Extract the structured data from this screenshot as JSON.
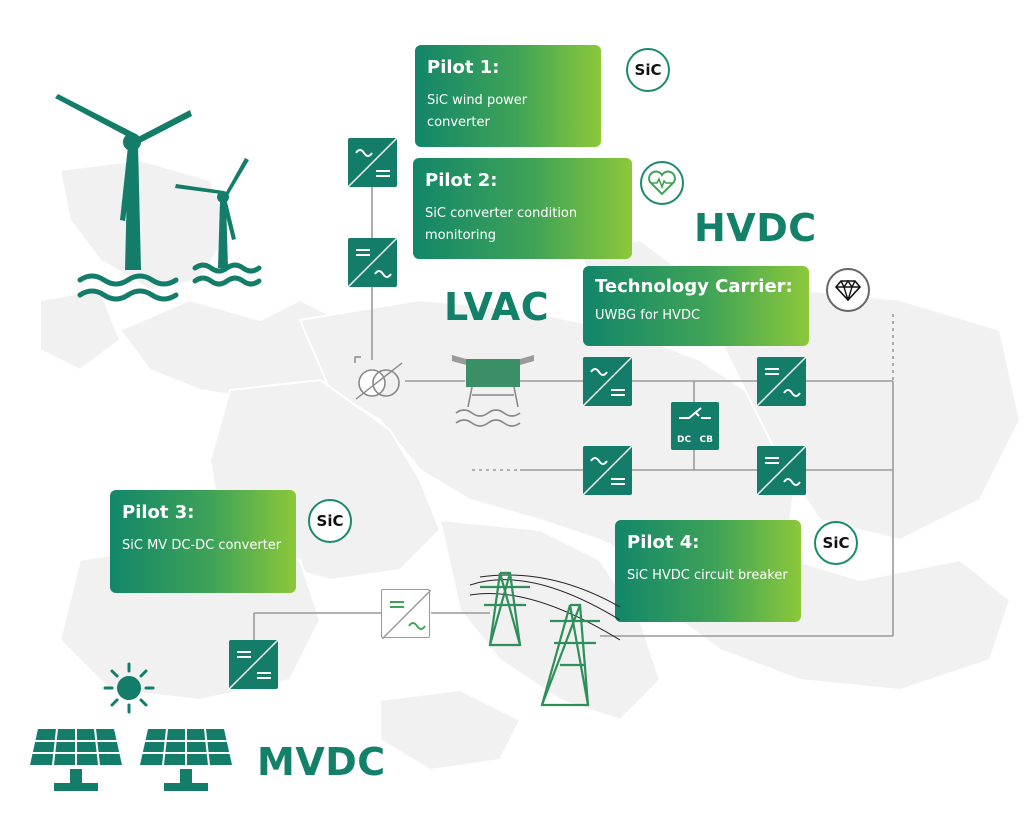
{
  "pilots": [
    {
      "title": "Pilot 1:",
      "desc": "SiC wind power converter",
      "badge": "SiC"
    },
    {
      "title": "Pilot 2:",
      "desc": "SiC converter condition monitoring",
      "badge_icon": "heart-monitor-icon"
    },
    {
      "title": "Pilot 3:",
      "desc": "SiC MV DC-DC converter",
      "badge": "SiC"
    },
    {
      "title": "Pilot 4:",
      "desc": "SiC HVDC circuit breaker",
      "badge": "SiC"
    }
  ],
  "tech_carrier": {
    "title": "Technology Carrier:",
    "desc": "UWBG for HVDC",
    "badge_icon": "diamond-icon"
  },
  "labels": {
    "hvdc": "HVDC",
    "lvac": "LVAC",
    "mvdc": "MVDC"
  },
  "dccb": {
    "left": "DC",
    "right": "CB"
  },
  "colors": {
    "accent": "#13806a",
    "gradient_start": "#12866a",
    "gradient_end": "#8cc83a",
    "line": "#9a9a9a",
    "map": "#f0f0f0"
  },
  "icons": [
    "wind-turbine-icon",
    "offshore-platform-icon",
    "transformer-icon",
    "converter-icon",
    "dc-circuit-breaker-icon",
    "transmission-tower-icon",
    "sun-icon",
    "solar-panel-icon"
  ]
}
